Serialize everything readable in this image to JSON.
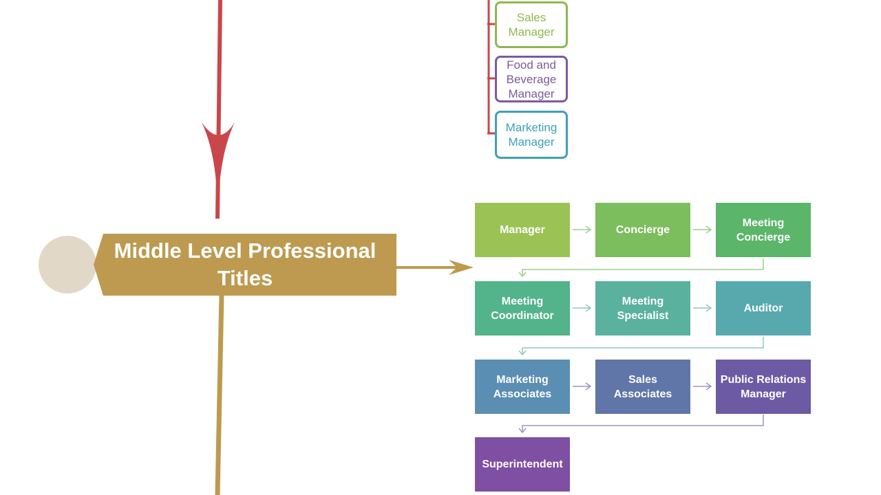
{
  "title": {
    "text": "Middle Level Professional Titles",
    "color": "#bd9a4f"
  },
  "top_boxes": [
    {
      "label": "Sales Manager",
      "color": "#8db84e"
    },
    {
      "label": "Food and Beverage Manager",
      "color": "#7c5a9e"
    },
    {
      "label": "Marketing Manager",
      "color": "#3ba0b8"
    }
  ],
  "flow_boxes": [
    {
      "label": "Manager",
      "color": "#9bc255"
    },
    {
      "label": "Concierge",
      "color": "#7cbd5e"
    },
    {
      "label": "Meeting Concierge",
      "color": "#5bb56a"
    },
    {
      "label": "Meeting Coordinator",
      "color": "#53b38a"
    },
    {
      "label": "Meeting Specialist",
      "color": "#5ab19e"
    },
    {
      "label": "Auditor",
      "color": "#58a9ae"
    },
    {
      "label": "Marketing Associates",
      "color": "#5a8eb3"
    },
    {
      "label": "Sales Associates",
      "color": "#6076a8"
    },
    {
      "label": "Public Relations Manager",
      "color": "#6d5aa4"
    },
    {
      "label": "Superintendent",
      "color": "#7e4fa3"
    }
  ],
  "colors": {
    "red_line": "#c9464b",
    "gold_line": "#bd9a4f",
    "circle_fill": "#e2d8c8"
  }
}
